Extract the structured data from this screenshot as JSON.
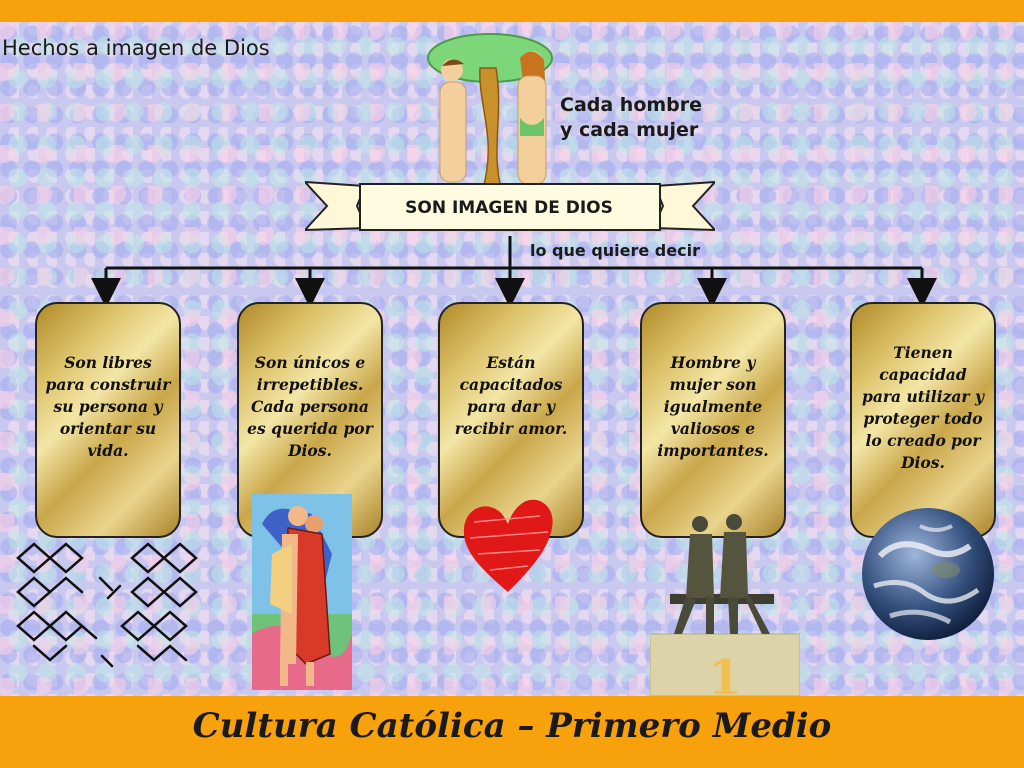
{
  "slide": {
    "title": "Hechos a imagen de Dios",
    "subject_line1": "Cada hombre",
    "subject_line2": "y cada mujer",
    "banner": "SON IMAGEN DE DIOS",
    "connector_label": "lo que quiere decir",
    "footer": "Cultura Católica – Primero Medio"
  },
  "boxes": [
    {
      "text": "Son libres para construir su persona y orientar su vida."
    },
    {
      "text": "Son únicos e irrepetibles. Cada persona es querida por Dios."
    },
    {
      "text": "Están capacitados para dar y recibir amor."
    },
    {
      "text": "Hombre y mujer son igualmente valiosos e importantes."
    },
    {
      "text": "Tienen capacidad para utilizar y proteger todo lo creado por Dios."
    }
  ],
  "pedestal_number": "1",
  "icons": [
    "adam-eve-tree-icon",
    "broken-chain-icon",
    "embracing-couple-icon",
    "heart-icon",
    "seated-couple-statue-icon",
    "earth-globe-icon"
  ],
  "colors": {
    "accent": "#f7a20c",
    "background": "#c9c8ee",
    "heart": "#e01818"
  }
}
